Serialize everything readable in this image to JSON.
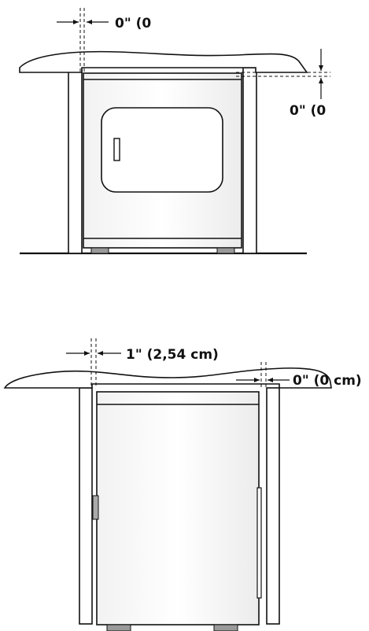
{
  "diagrams": [
    {
      "view": "front",
      "labels": {
        "side_clearance": "0\" (0",
        "top_clearance": "0\" (0"
      }
    },
    {
      "view": "side",
      "labels": {
        "rear_clearance": "1\" (2,54 cm)",
        "front_clearance": "0\" (0 cm)"
      }
    }
  ],
  "colors": {
    "line": "#111111",
    "shade": "#ececec",
    "foot": "#9a9a9a",
    "counter_fill": "#ffffff"
  }
}
